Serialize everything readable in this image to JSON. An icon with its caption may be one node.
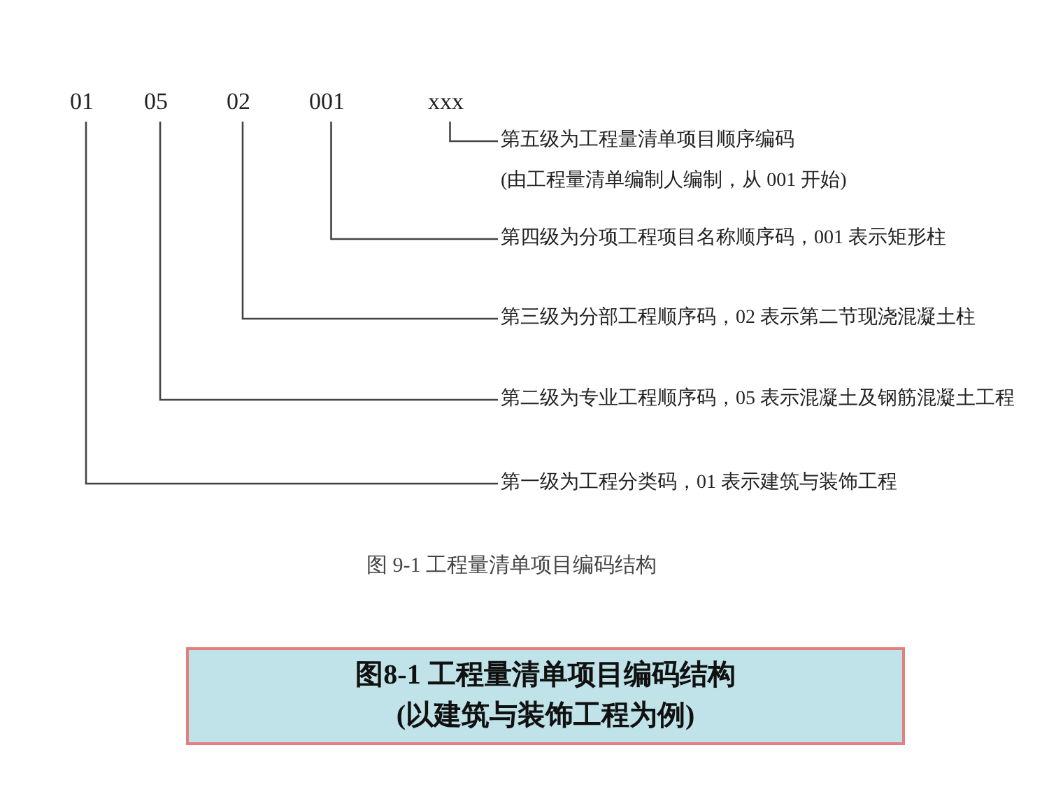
{
  "diagram": {
    "caption": "图 9-1 工程量清单项目编码结构",
    "nodes": [
      {
        "text": [
          "01"
        ]
      },
      {
        "text": [
          "05"
        ]
      },
      {
        "text": [
          "02"
        ]
      },
      {
        "text": [
          "001"
        ]
      },
      {
        "text": [
          "xxx"
        ]
      },
      {
        "text": [
          "第五级为工程量清单项目顺序编码",
          "(由工程量清单编制人编制，从 001 开始)"
        ]
      },
      {
        "text": [
          "第四级为分项工程项目名称顺序码，001 表示矩形柱"
        ]
      },
      {
        "text": [
          "第三级为分部工程顺序码，02 表示第二节现浇混凝土柱"
        ]
      },
      {
        "text": [
          "第二级为专业工程顺序码，05 表示混凝土及钢筋混凝土工程"
        ]
      },
      {
        "text": [
          "第一级为工程分类码，01 表示建筑与装饰工程"
        ]
      },
      {
        "text": [
          "图8-1 工程量清单项目编码结构",
          "(以建筑与装饰工程为例)"
        ]
      }
    ],
    "edges": [
      {
        "from": 4,
        "to": 5,
        "arrow": "none"
      },
      {
        "from": 3,
        "to": 6,
        "arrow": "none"
      },
      {
        "from": 2,
        "to": 7,
        "arrow": "none"
      },
      {
        "from": 1,
        "to": 8,
        "arrow": "none"
      },
      {
        "from": 0,
        "to": 9,
        "arrow": "none"
      }
    ]
  }
}
